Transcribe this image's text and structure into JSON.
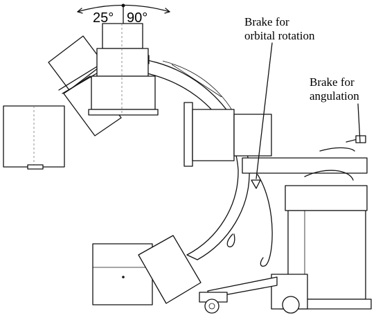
{
  "angles": {
    "left": "25°",
    "right": "90°"
  },
  "labels": {
    "orbital_line1": "Brake for",
    "orbital_line2": "orbital rotation",
    "angulation_line1": "Brake for",
    "angulation_line2": "angulation"
  }
}
